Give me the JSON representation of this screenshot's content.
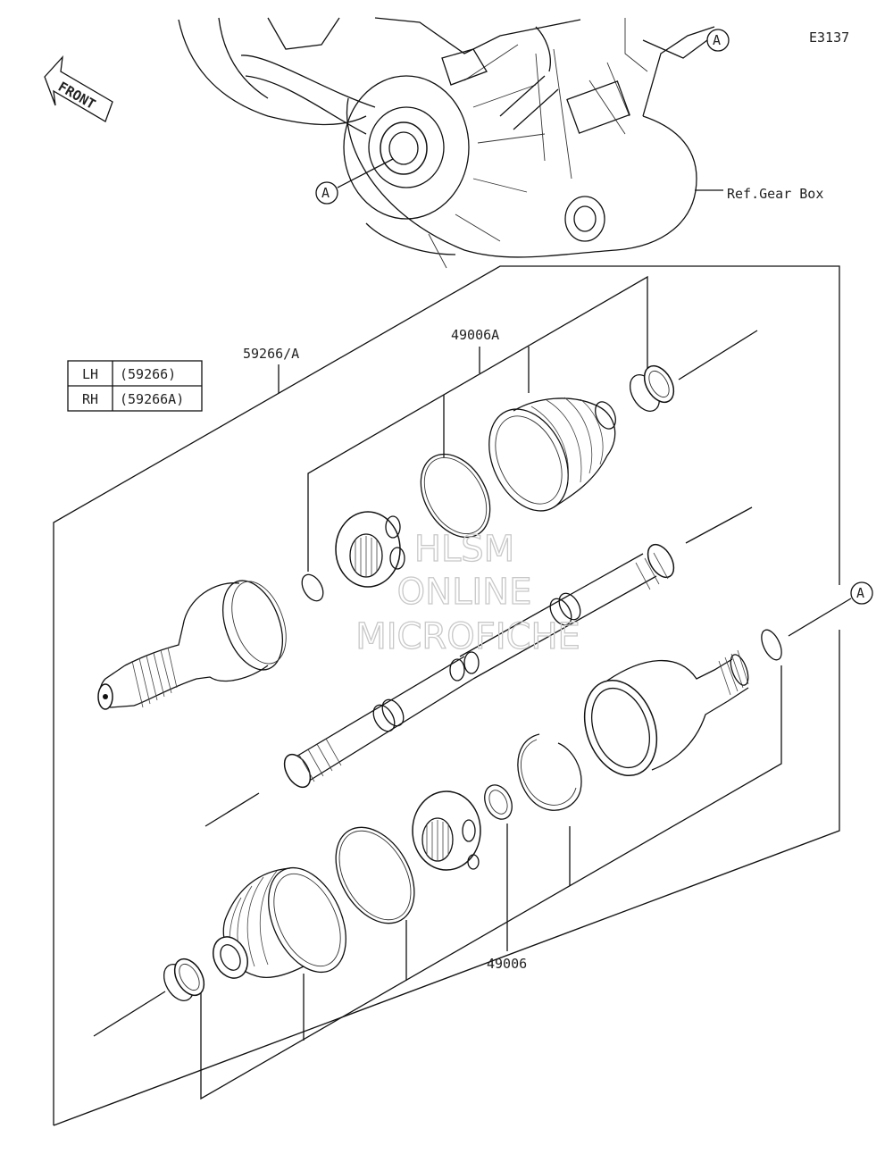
{
  "diagram_code": "E3137",
  "front_label": "FRONT",
  "callout_a": "A",
  "ref_gear_box": "Ref.Gear Box",
  "part_numbers": {
    "assembly": "59266/A",
    "boot_kit_inner": "49006A",
    "boot_kit_outer": "49006"
  },
  "variant_table": {
    "rows": [
      {
        "side": "LH",
        "part": "(59266)"
      },
      {
        "side": "RH",
        "part": "(59266A)"
      }
    ]
  },
  "watermark": {
    "line1": "HLSM",
    "line2": "ONLINE",
    "line3": "MICROFICHE"
  }
}
